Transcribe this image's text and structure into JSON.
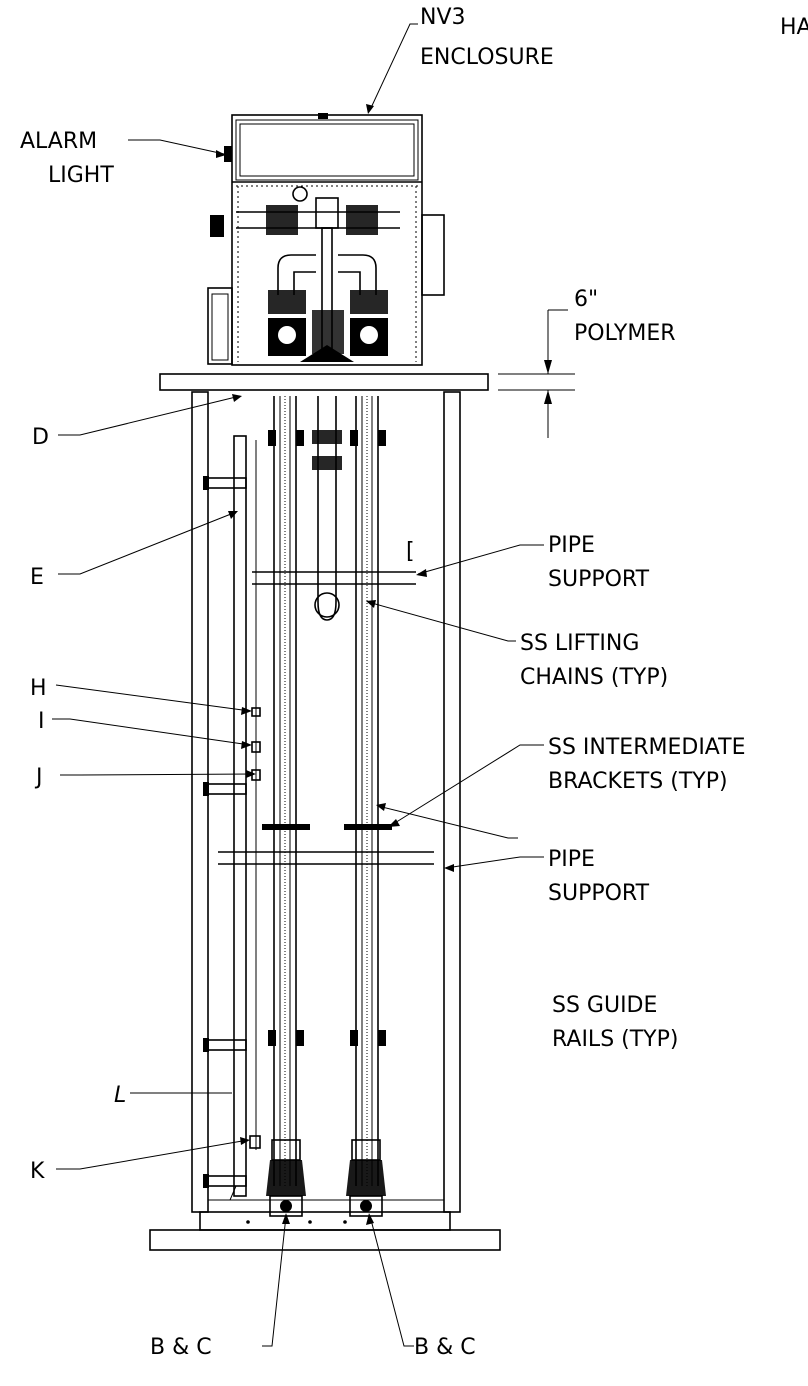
{
  "labels": {
    "enclosure_line1": "NV3",
    "enclosure_line2": "ENCLOSURE",
    "alarm_line1": "ALARM",
    "alarm_line2": "LIGHT",
    "corner_partial": "HA",
    "thickness_value": "6\"",
    "thickness_material": "POLYMER",
    "d": "D",
    "e": "E",
    "h": "H",
    "i": "I",
    "j": "J",
    "k": "K",
    "l": "L",
    "pipe_support_1_line1": "PIPE",
    "pipe_support_1_line2": "SUPPORT",
    "lifting_line1": "SS LIFTING",
    "lifting_line2": "CHAINS (TYP)",
    "brackets_line1": "SS INTERMEDIATE",
    "brackets_line2": "BRACKETS (TYP)",
    "pipe_support_2_line1": "PIPE",
    "pipe_support_2_line2": "SUPPORT",
    "rails_line1": "SS GUIDE",
    "rails_line2": "RAILS (TYP)",
    "bc_left": "B & C",
    "bc_right": "B & C",
    "bracket_mark": "["
  }
}
